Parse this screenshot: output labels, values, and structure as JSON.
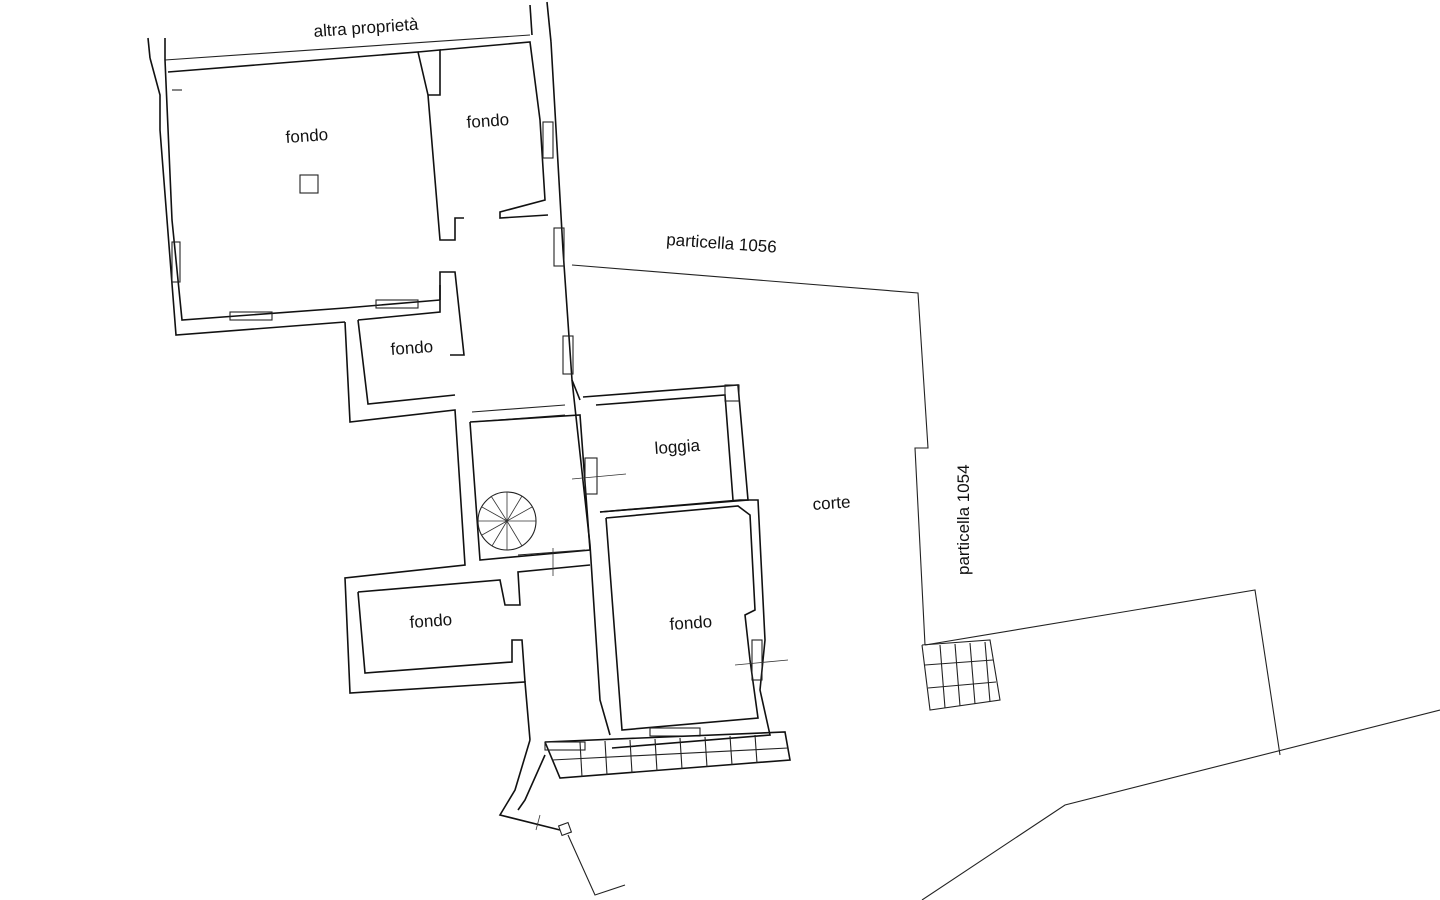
{
  "labels": {
    "altra_proprieta": "altra proprietà",
    "fondo_top_left": "fondo",
    "fondo_top_right": "fondo",
    "particella_1056": "particella 1056",
    "fondo_mid_small": "fondo",
    "loggia": "loggia",
    "corte": "corte",
    "particella_1054": "particella 1054",
    "fondo_bottom_left": "fondo",
    "fondo_bottom_right": "fondo"
  }
}
